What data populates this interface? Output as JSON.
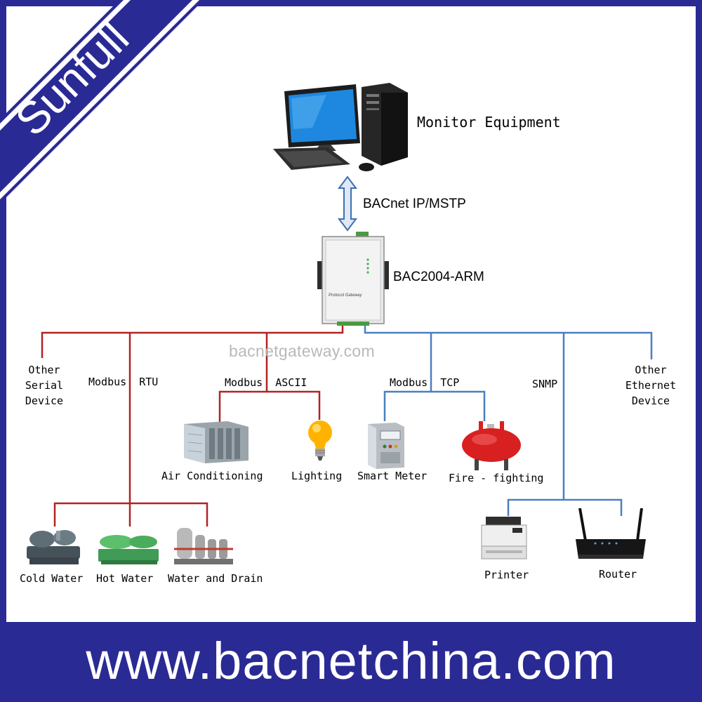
{
  "brand": {
    "ribbon_text": "Sunfull"
  },
  "top": {
    "monitor_label": "Monitor Equipment",
    "protocol_label": "BACnet IP/MSTP",
    "gateway_label": "BAC2004-ARM",
    "gateway_panel_text": "Protocol Gateway"
  },
  "watermark": "bacnetgateway.com",
  "serial_side": {
    "other_serial": [
      "Other",
      "Serial",
      "Device"
    ],
    "modbus_rtu": "Modbus  RTU",
    "modbus_ascii": "Modbus  ASCII",
    "devices": {
      "air_conditioning": "Air Conditioning",
      "lighting": "Lighting",
      "cold_water": "Cold Water",
      "hot_water": "Hot Water",
      "water_drain": "Water and Drain"
    }
  },
  "ethernet_side": {
    "modbus_tcp": "Modbus  TCP",
    "snmp": "SNMP",
    "other_ethernet": [
      "Other",
      "Ethernet",
      "Device"
    ],
    "devices": {
      "smart_meter": "Smart Meter",
      "fire_fighting": "Fire - fighting",
      "printer": "Printer",
      "router": "Router"
    }
  },
  "footer": {
    "url": "www.bacnetchina.com"
  },
  "colors": {
    "brand_blue": "#2a2a95",
    "serial_line": "#b22222",
    "ethernet_line": "#4a7fc0"
  }
}
